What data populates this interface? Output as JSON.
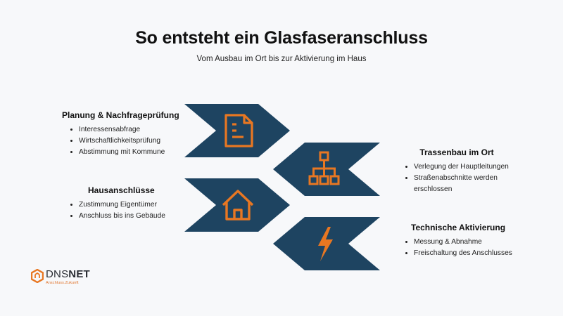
{
  "title": "So entsteht ein Glasfaseranschluss",
  "subtitle": "Vom Ausbau im Ort bis zur Aktivierung im Haus",
  "colors": {
    "chevron": "#1e4461",
    "icon": "#e87722",
    "background": "#f7f8fa"
  },
  "steps": [
    {
      "title": "Planung & Nachfrageprüfung",
      "icon": "document-icon",
      "items": [
        "Interessensabfrage",
        "Wirtschaftlichkeitsprüfung",
        "Abstimmung mit Kommune"
      ]
    },
    {
      "title": "Trassenbau im Ort",
      "icon": "network-icon",
      "items": [
        "Verlegung der Hauptleitungen",
        "Straßenabschnitte werden erschlossen"
      ]
    },
    {
      "title": "Hausanschlüsse",
      "icon": "house-icon",
      "items": [
        "Zustimmung Eigentümer",
        "Anschluss bis ins Gebäude"
      ]
    },
    {
      "title": "Technische Aktivierung",
      "icon": "lightning-icon",
      "items": [
        "Messung & Abnahme",
        "Freischaltung des Anschlusses"
      ]
    }
  ],
  "logo": {
    "name_light": "DNS",
    "name_bold": "NET",
    "tagline": "Anschluss.Zukunft"
  }
}
